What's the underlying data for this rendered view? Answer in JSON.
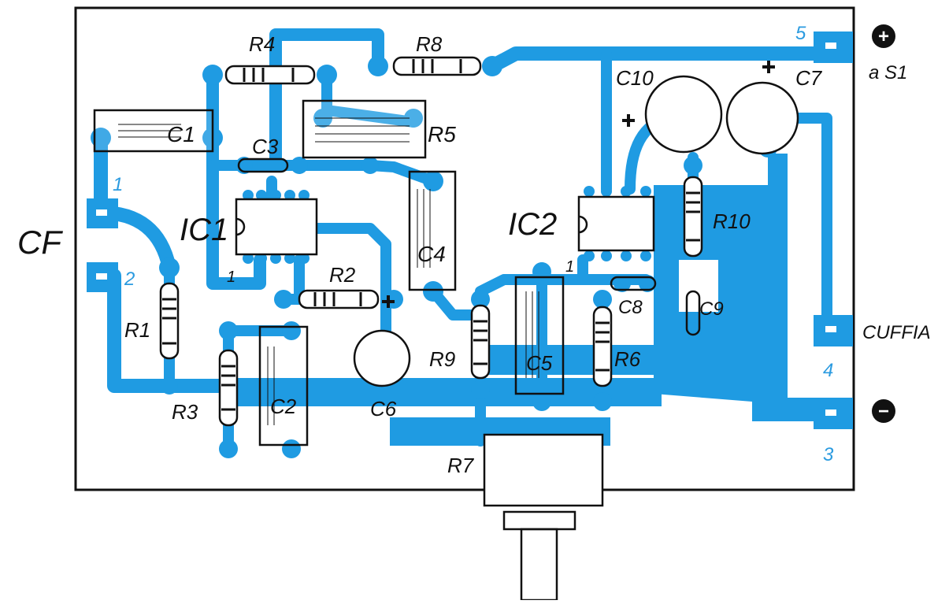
{
  "colors": {
    "copper": "#1f9be2",
    "ink": "#111111",
    "board": "#ffffff",
    "pad_number": "#2b9be0"
  },
  "labels": {
    "connector_cf": "CF",
    "headphone": "CUFFIA",
    "supply_switch": "a S1",
    "plus_symbol": "+",
    "minus_symbol": "−"
  },
  "pad_numbers": [
    "1",
    "2",
    "3",
    "4",
    "5"
  ],
  "components": [
    "C1",
    "C2",
    "C3",
    "C4",
    "C5",
    "C6",
    "C7",
    "C8",
    "C9",
    "C10",
    "R1",
    "R2",
    "R3",
    "R4",
    "R5",
    "R6",
    "R7",
    "R8",
    "R9",
    "R10",
    "IC1",
    "IC2"
  ],
  "pin1_marks": [
    "1",
    "1"
  ]
}
